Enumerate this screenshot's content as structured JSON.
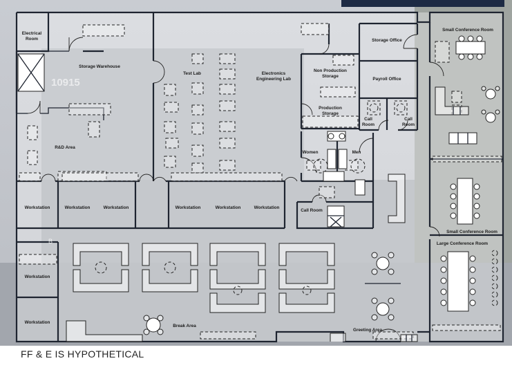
{
  "colors": {
    "wall": "#1e2430",
    "bar": "#1d2a44"
  },
  "building_sign": "10915",
  "parking_mark": "B",
  "rooms": {
    "electrical_room": [
      "Electrical",
      "Room"
    ],
    "storage_warehouse": "Storage Warehouse",
    "test_lab": "Test Lab",
    "electronics_lab": [
      "Electronics",
      "Engineering Lab"
    ],
    "non_production_storage": [
      "Non Production",
      "Storage"
    ],
    "production_storage": [
      "Production",
      "Storage"
    ],
    "storage_office": "Storage Office",
    "payroll_office": "Payroll Office",
    "call_room_left": [
      "Call",
      "Room"
    ],
    "call_room_right": [
      "Call",
      "Room"
    ],
    "small_conference_top": "Small Conference Room",
    "small_conference_bottom": "Small Conference Room",
    "large_conference": "Large Conference Room",
    "rd_area": "R&D Area",
    "women": "Women",
    "men": "Men",
    "call_room_center": "Call Room",
    "break_area": "Break Area",
    "greeting_area": "Greeting Area"
  },
  "workstations": [
    "Workstation",
    "Workstation",
    "Workstation",
    "Workstation",
    "Workstation",
    "Workstation",
    "Workstation",
    "Workstation"
  ],
  "footnote": "FF & E IS HYPOTHETICAL"
}
